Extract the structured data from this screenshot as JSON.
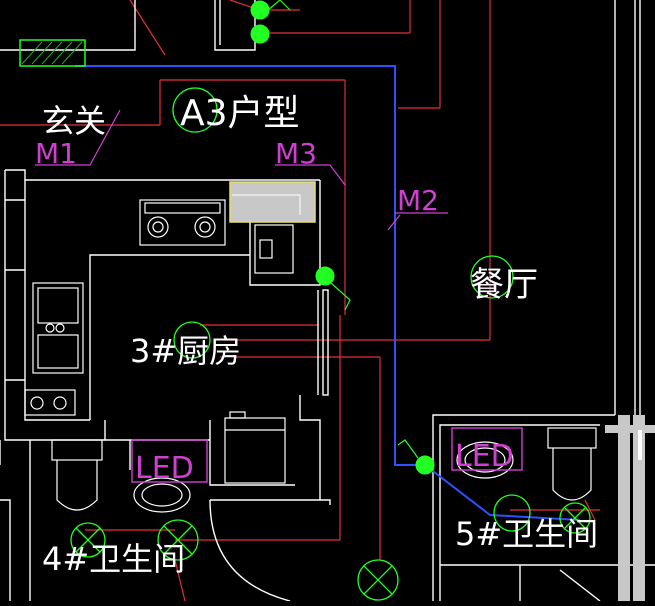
{
  "labels": {
    "entry": "玄关",
    "unit_type": "A3户型",
    "door_m1": "M1",
    "door_m3": "M3",
    "door_m2": "M2",
    "dining": "餐厅",
    "kitchen": "3#厨房",
    "led_left": "LED",
    "led_right": "LED",
    "bath4": "4#卫生间",
    "bath5": "5#卫生间"
  },
  "colors": {
    "background": "#000000",
    "wall": "#ffffff",
    "wire_red": "#e0303a",
    "wire_blue": "#3050ff",
    "text_white": "#ffffff",
    "text_magenta": "#d040d0",
    "lamp_green": "#22ff22",
    "fixture_gray": "#c8c8c8",
    "highlight_yellow": "#e8e070"
  }
}
